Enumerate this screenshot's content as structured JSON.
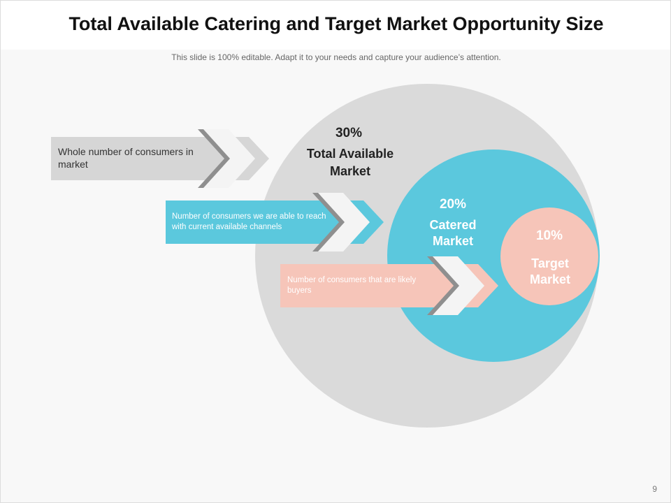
{
  "title": "Total Available Catering and Target Market Opportunity Size",
  "subtitle": "This slide is 100% editable. Adapt it to your needs and capture your audience’s attention.",
  "page_number": "9",
  "markets": {
    "total": {
      "percent": "30%",
      "line1": "Total Available",
      "line2": "Market",
      "color": "#dadada",
      "text_color": "#222222"
    },
    "catered": {
      "percent": "20%",
      "line1": "Catered",
      "line2": "Market",
      "color": "#5bc8dd",
      "text_color": "#ffffff"
    },
    "target": {
      "percent": "10%",
      "line1": "Target",
      "line2": "Market",
      "color": "#f6c5b9",
      "text_color": "#ffffff"
    }
  },
  "arrows": {
    "whole": {
      "text": "Whole number of consumers in market",
      "color": "#d6d6d6"
    },
    "reach": {
      "text": "Number of consumers we are able to reach with current available channels",
      "color": "#5bc8dd"
    },
    "buyers": {
      "text": "Number of consumers that are likely buyers",
      "color": "#f6c5b9"
    }
  }
}
